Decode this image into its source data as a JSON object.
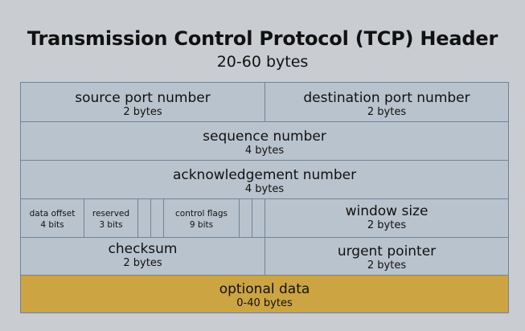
{
  "title": "Transmission Control Protocol (TCP) Header",
  "subtitle": "20-60 bytes",
  "fields": {
    "source_port": {
      "label": "source port number",
      "size": "2 bytes"
    },
    "destination_port": {
      "label": "destination port number",
      "size": "2 bytes"
    },
    "sequence_number": {
      "label": "sequence number",
      "size": "4 bytes"
    },
    "acknowledgement_number": {
      "label": "acknowledgement number",
      "size": "4 bytes"
    },
    "data_offset": {
      "label": "data offset",
      "size": "4 bits"
    },
    "reserved": {
      "label": "reserved",
      "size": "3 bits"
    },
    "control_flags": {
      "label": "control flags",
      "size": "9 bits"
    },
    "window_size": {
      "label": "window size",
      "size": "2 bytes"
    },
    "checksum": {
      "label": "checksum",
      "size": "2 bytes"
    },
    "urgent_pointer": {
      "label": "urgent pointer",
      "size": "2 bytes"
    },
    "optional_data": {
      "label": "optional data",
      "size": "0-40 bytes"
    }
  },
  "colors": {
    "background": "#c9ccd0",
    "field_fill": "#b9c3cd",
    "field_border": "#6f849a",
    "optional_fill": "#cca442"
  }
}
